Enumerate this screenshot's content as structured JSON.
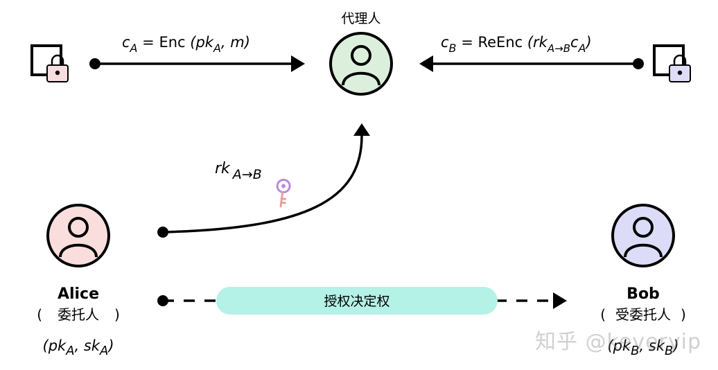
{
  "colors": {
    "proxy_fill": "#dcefdc",
    "alice_fill": "#fadede",
    "bob_fill": "#dcdcf8",
    "pill_fill": "#b4f1e6",
    "ink": "#000000",
    "lock_left": "#f6dde0",
    "lock_right": "#dedcf6"
  },
  "proxy": {
    "name": "代理人"
  },
  "alice": {
    "name": "Alice",
    "role_open": "(",
    "role": "委托人",
    "role_close": ")",
    "keys": {
      "open": "(",
      "pk": "pk",
      "pk_sub": "A",
      "comma": ", ",
      "sk": "sk",
      "sk_sub": "A",
      "close": ")"
    }
  },
  "bob": {
    "name": "Bob",
    "role_open": "(",
    "role": "受委托人",
    "role_close": ")",
    "keys": {
      "open": "(",
      "pk": "pk",
      "pk_sub": "B",
      "comma": ", ",
      "sk": "sk",
      "sk_sub": "B",
      "close": ")"
    }
  },
  "edges": {
    "enc": {
      "c": "c",
      "c_sub": "A",
      "eq": " = Enc ",
      "args": "(pk",
      "args_sub": "A",
      "args_end": ", m)"
    },
    "reenc": {
      "c": "c",
      "c_sub": "B",
      "eq": " = ReEnc ",
      "args": "(rk",
      "args_sub": "A→B",
      "args_end": "c",
      "args_end_sub": "A",
      "close": ")"
    },
    "rekey": {
      "rk": "rk",
      "rk_sub": "A→B"
    },
    "delegate": {
      "label": "授权决定权"
    }
  },
  "icons": {
    "lock_left": "document-lock-icon",
    "lock_right": "document-lock-icon",
    "key": "key-icon",
    "user": "user-icon"
  },
  "watermark": "知乎 @keveryip"
}
